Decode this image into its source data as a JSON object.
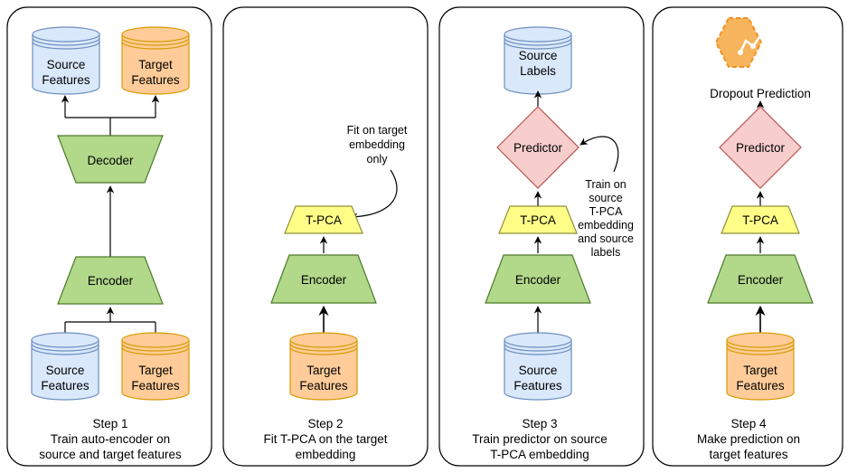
{
  "panels": [
    {
      "step": "Step 1",
      "caption": [
        "Train auto-encoder on",
        "source and target features"
      ],
      "top_source": [
        "Source",
        "Features"
      ],
      "top_target": [
        "Target",
        "Features"
      ],
      "decoder": "Decoder",
      "encoder": "Encoder",
      "bottom_source": [
        "Source",
        "Features"
      ],
      "bottom_target": [
        "Target",
        "Features"
      ]
    },
    {
      "step": "Step 2",
      "caption": [
        "Fit T-PCA on the target",
        "embedding"
      ],
      "note": [
        "Fit on target",
        "embedding",
        "only"
      ],
      "tpca": "T-PCA",
      "encoder": "Encoder",
      "input": [
        "Target",
        "Features"
      ]
    },
    {
      "step": "Step 3",
      "caption": [
        "Train predictor on source",
        "T-PCA embedding"
      ],
      "output": [
        "Source",
        "Labels"
      ],
      "predictor": "Predictor",
      "note": [
        "Train on",
        "source",
        "T-PCA",
        "embedding",
        "and source",
        "labels"
      ],
      "tpca": "T-PCA",
      "encoder": "Encoder",
      "input": [
        "Source",
        "Features"
      ]
    },
    {
      "step": "Step 4",
      "caption": [
        "Make prediction on",
        "target features"
      ],
      "output_label": "Dropout Prediction",
      "output_icon": "chart-hexagon-icon",
      "predictor": "Predictor",
      "tpca": "T-PCA",
      "encoder": "Encoder",
      "input": [
        "Target",
        "Features"
      ]
    }
  ],
  "colors": {
    "source_fill": "#dae8fc",
    "source_stroke": "#6c8ebf",
    "target_fill": "#ffcc99",
    "target_stroke": "#d79b00",
    "coder_fill": "#b2d88a",
    "coder_stroke": "#4c7a2b",
    "tpca_fill": "#ffff88",
    "tpca_stroke": "#8f8f3a",
    "predictor_fill": "#f8cecc",
    "predictor_stroke": "#b85450",
    "hexagon_fill": "#f6b45c",
    "hexagon_stroke": "#f29021"
  }
}
